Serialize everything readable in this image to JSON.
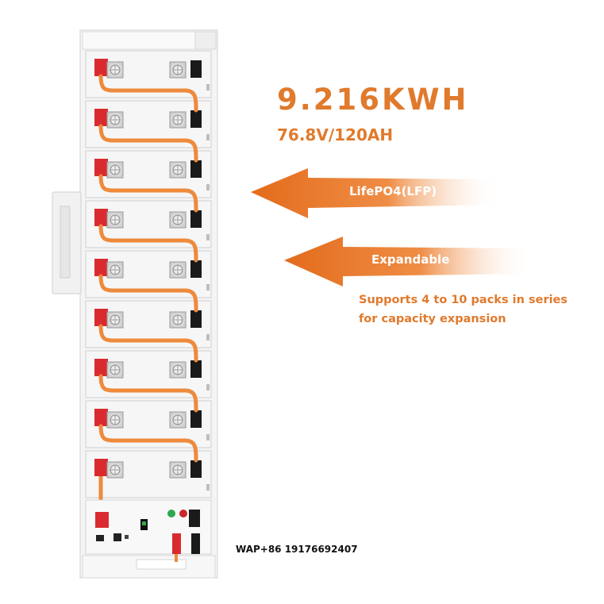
{
  "product": {
    "capacity": "9.216KWH",
    "voltage_capacity": "76.8V/120AH",
    "pack_count": 9
  },
  "features": {
    "chemistry_label": "LifePO4(LFP)",
    "expand_label": "Expandable",
    "expand_desc_line1": "Supports 4 to 10 packs in series",
    "expand_desc_line2": "for capacity expansion"
  },
  "contact": "WAP+86 19176692407",
  "colors": {
    "accent": "#e07a2c",
    "cable": "#ee8a3c",
    "terminal_red": "#d92b2f",
    "terminal_black": "#1a1a1a",
    "cabinet": "#f4f4f4"
  }
}
